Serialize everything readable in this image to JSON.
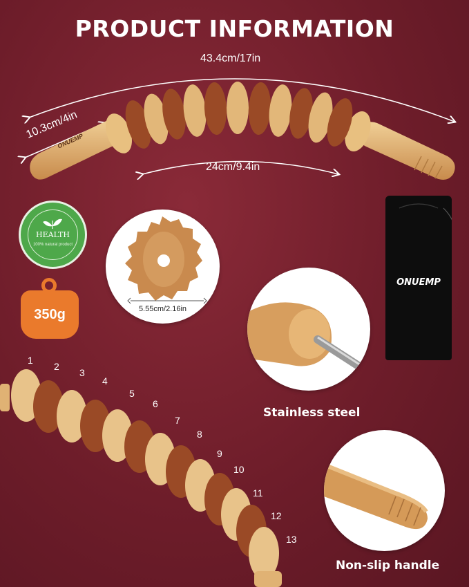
{
  "title": "PRODUCT INFORMATION",
  "dimensions": {
    "total_length": "43.4cm/17in",
    "handle_length": "10.3cm/4in",
    "roller_span": "24cm/9.4in",
    "roller_diameter": "5.55cm/2.16in"
  },
  "badges": {
    "health_title": "HEALTH",
    "health_ring": "100% natural product",
    "weight": "350g"
  },
  "brand": "ONUEMP",
  "features": {
    "steel_caption": "Stainless steel",
    "handle_caption": "Non-slip handle"
  },
  "roller_numbers": [
    "1",
    "2",
    "3",
    "4",
    "5",
    "6",
    "7",
    "8",
    "9",
    "10",
    "11",
    "12",
    "13"
  ],
  "colors": {
    "background": "#6e1d2a",
    "light_wood": "#e2b779",
    "dark_wood": "#9a4a26",
    "badge_green": "#4ea84a",
    "badge_orange": "#ea7a2c"
  },
  "icons": [
    "leaf-icon",
    "weight-icon"
  ]
}
